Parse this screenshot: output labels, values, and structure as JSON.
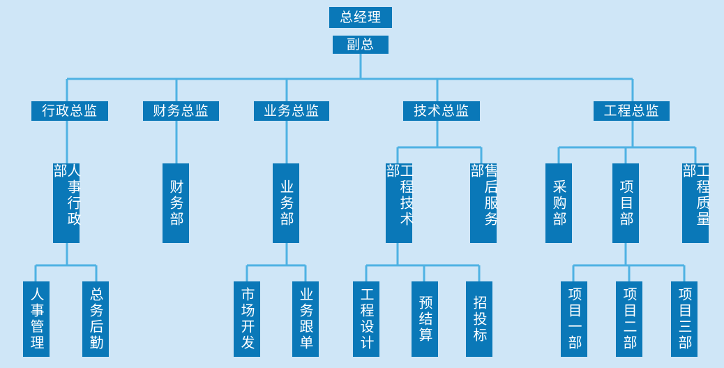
{
  "colors": {
    "background": "#cfe6f7",
    "box_fill": "#0a78b8",
    "box_text": "#ffffff",
    "connector": "#4fb2e3"
  },
  "nodes": {
    "gm": "总经理",
    "vp": "副总",
    "dir_admin": "行政总监",
    "dir_finance": "财务总监",
    "dir_business": "业务总监",
    "dir_tech": "技术总监",
    "dir_engineering": "工程总监",
    "dept_hr_admin": "人事行政部",
    "dept_finance": "财务部",
    "dept_business": "业务部",
    "dept_eng_tech": "工程技术部",
    "dept_after_sales": "售后服务部",
    "dept_purchasing": "采购部",
    "dept_project": "项目部",
    "dept_quality": "工程质量部",
    "team_hr": "人事管理",
    "team_logistics": "总务后勤",
    "team_market": "市场开发",
    "team_followup": "业务跟单",
    "team_design": "工程设计",
    "team_budget": "预结算",
    "team_tender": "招投标",
    "team_proj1": "项目一部",
    "team_proj2": "项目二部",
    "team_proj3": "项目三部"
  }
}
